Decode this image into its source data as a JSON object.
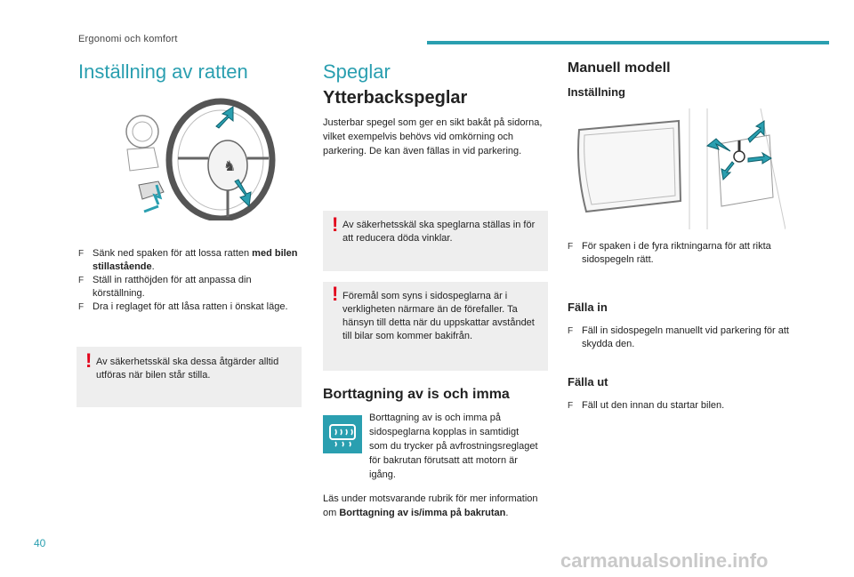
{
  "header": {
    "section_title": "Ergonomi och komfort"
  },
  "page_number": "40",
  "watermark": "carmanualsonline.info",
  "col1": {
    "title": "Inställning av ratten",
    "bullets": [
      {
        "text": "Sänk ned spaken för att lossa ratten ",
        "bold": "med bilen stillastående",
        "end": "."
      },
      {
        "text": "Ställ in ratthöjden för att anpassa din körställning."
      },
      {
        "text": "Dra i reglaget för att låsa ratten i önskat läge."
      }
    ],
    "warning": "Av säkerhetsskäl ska dessa åtgärder alltid utföras när bilen står stilla."
  },
  "col2": {
    "title": "Speglar",
    "subtitle": "Ytterbackspeglar",
    "intro": "Justerbar spegel som ger en sikt bakåt på sidorna, vilket exempelvis behövs vid omkörning och parkering. De kan även fällas in vid parkering.",
    "warning1": "Av säkerhetsskäl ska speglarna ställas in för att reducera döda vinklar.",
    "warning2": "Föremål som syns i sidospeglarna är i verkligheten närmare än de förefaller. Ta hänsyn till detta när du uppskattar avståndet till bilar som kommer bakifrån.",
    "defrost_heading": "Borttagning av is och imma",
    "defrost_text": "Borttagning av is och imma på sidospeglarna kopplas in samtidigt som du trycker på avfrostningsreglaget för bakrutan förutsatt att motorn är igång.",
    "ref_text": "Läs under motsvarande rubrik för mer information om ",
    "ref_bold": "Borttagning av is/imma på bakrutan",
    "ref_end": ".",
    "defrost_icon": "rear-defrost-icon"
  },
  "col3": {
    "title": "Manuell modell",
    "setting_heading": "Inställning",
    "setting_bullet": "För spaken i de fyra riktningarna för att rikta sidospegeln rätt.",
    "fold_in_heading": "Fälla in",
    "fold_in_bullet": "Fäll in sidospegeln manuellt vid parkering för att skydda den.",
    "fold_out_heading": "Fälla ut",
    "fold_out_bullet": "Fäll ut den innan du startar bilen."
  },
  "colors": {
    "accent": "#2a9fb0",
    "warning": "#e2001a",
    "box_bg": "#eeeeee"
  }
}
